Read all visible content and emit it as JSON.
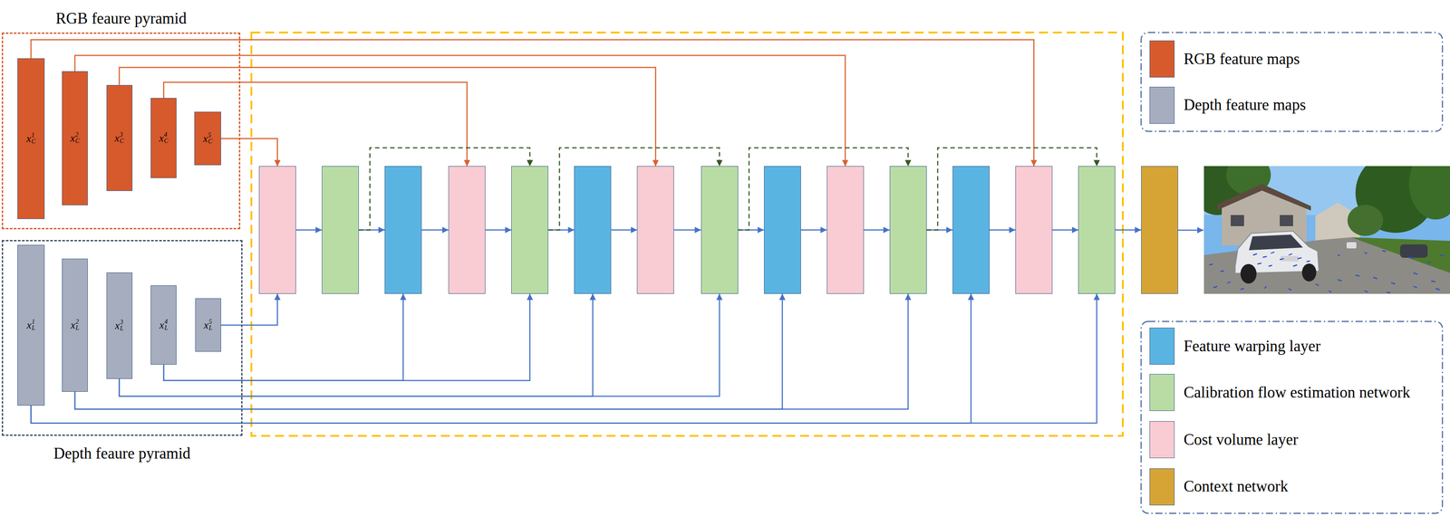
{
  "diagram": {
    "nodes": [
      {
        "text": [
          "RGB feaure pyramid"
        ]
      },
      {
        "text": [
          "x",
          "C",
          "1"
        ],
        "in": 0
      },
      {
        "text": [
          "x",
          "C",
          "2"
        ],
        "in": 0
      },
      {
        "text": [
          "x",
          "C",
          "3"
        ],
        "in": 0
      },
      {
        "text": [
          "x",
          "C",
          "4"
        ],
        "in": 0
      },
      {
        "text": [
          "x",
          "C",
          "5"
        ],
        "in": 0
      },
      {
        "text": [
          "Depth feaure pyramid"
        ]
      },
      {
        "text": [
          "x",
          "L",
          "1"
        ],
        "in": 6
      },
      {
        "text": [
          "x",
          "L",
          "2"
        ],
        "in": 6
      },
      {
        "text": [
          "x",
          "L",
          "3"
        ],
        "in": 6
      },
      {
        "text": [
          "x",
          "L",
          "4"
        ],
        "in": 6
      },
      {
        "text": [
          "x",
          "L",
          "5"
        ],
        "in": 6
      },
      {
        "text": []
      },
      {
        "text": []
      },
      {
        "text": []
      },
      {
        "text": []
      },
      {
        "text": []
      },
      {
        "text": []
      },
      {
        "text": []
      },
      {
        "text": []
      },
      {
        "text": []
      },
      {
        "text": []
      },
      {
        "text": []
      },
      {
        "text": []
      },
      {
        "text": []
      },
      {
        "text": []
      },
      {
        "text": []
      }
    ],
    "edges": [
      {
        "from": 12,
        "to": 13,
        "arrow": "to"
      },
      {
        "from": 13,
        "to": 14,
        "arrow": "to"
      },
      {
        "from": 14,
        "to": 15,
        "arrow": "to"
      },
      {
        "from": 15,
        "to": 16,
        "arrow": "to"
      },
      {
        "from": 16,
        "to": 17,
        "arrow": "to"
      },
      {
        "from": 17,
        "to": 18,
        "arrow": "to"
      },
      {
        "from": 18,
        "to": 19,
        "arrow": "to"
      },
      {
        "from": 19,
        "to": 20,
        "arrow": "to"
      },
      {
        "from": 20,
        "to": 21,
        "arrow": "to"
      },
      {
        "from": 21,
        "to": 22,
        "arrow": "to"
      },
      {
        "from": 22,
        "to": 23,
        "arrow": "to"
      },
      {
        "from": 23,
        "to": 24,
        "arrow": "to"
      },
      {
        "from": 24,
        "to": 25,
        "arrow": "to"
      },
      {
        "from": 25,
        "to": 26,
        "arrow": "to"
      },
      {
        "from": 5,
        "to": 12,
        "arrow": "to"
      },
      {
        "from": 11,
        "to": 12,
        "arrow": "to"
      },
      {
        "from": 4,
        "to": 15,
        "arrow": "to"
      },
      {
        "from": 3,
        "to": 18,
        "arrow": "to"
      },
      {
        "from": 2,
        "to": 21,
        "arrow": "to"
      },
      {
        "from": 1,
        "to": 24,
        "arrow": "to"
      },
      {
        "from": 10,
        "to": 14,
        "arrow": "to"
      },
      {
        "from": 10,
        "to": 16,
        "arrow": "to"
      },
      {
        "from": 9,
        "to": 17,
        "arrow": "to"
      },
      {
        "from": 9,
        "to": 19,
        "arrow": "to"
      },
      {
        "from": 8,
        "to": 20,
        "arrow": "to"
      },
      {
        "from": 8,
        "to": 22,
        "arrow": "to"
      },
      {
        "from": 7,
        "to": 23,
        "arrow": "to"
      },
      {
        "from": 7,
        "to": 25,
        "arrow": "to"
      },
      {
        "from": 13,
        "to": 16,
        "arrow": "to"
      },
      {
        "from": 16,
        "to": 19,
        "arrow": "to"
      },
      {
        "from": 19,
        "to": 22,
        "arrow": "to"
      },
      {
        "from": 22,
        "to": 25,
        "arrow": "to"
      }
    ],
    "legend": [
      {
        "text": "RGB feature maps",
        "color": "#D65A2C"
      },
      {
        "text": "Depth feature maps",
        "color": "#A6ADBE"
      },
      {
        "text": "Feature warping layer",
        "color": "#5AB4E2"
      },
      {
        "text": "Calibration flow estimation network",
        "color": "#B9DCA5"
      },
      {
        "text": "Cost volume layer",
        "color": "#F9CBD2"
      },
      {
        "text": "Context network",
        "color": "#D6A435"
      }
    ]
  }
}
